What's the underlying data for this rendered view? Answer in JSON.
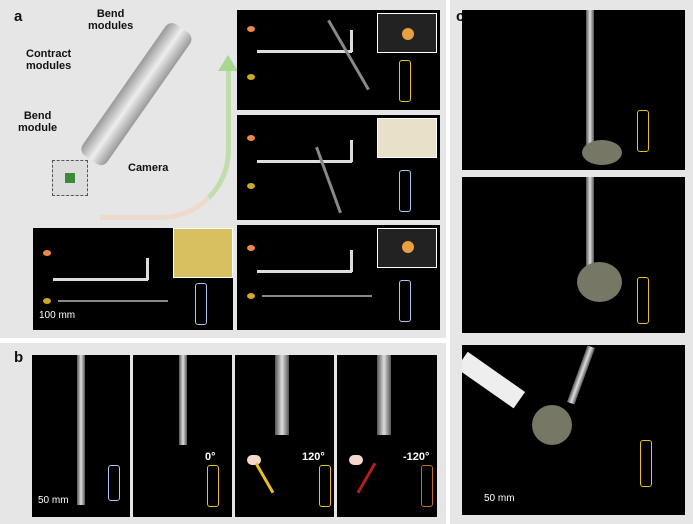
{
  "panel_a": {
    "label": "a",
    "callouts": {
      "bend_modules_top": "Bend\nmodules",
      "contract_modules": "Contract\nmodules",
      "bend_module": "Bend\nmodule",
      "camera": "Camera"
    },
    "scale_bar": "100 mm"
  },
  "panel_b": {
    "label": "b",
    "scale_bar": "50 mm",
    "angles": [
      "0°",
      "120°",
      "-120°"
    ]
  },
  "panel_c": {
    "label": "c",
    "scale_bar": "50 mm"
  },
  "colors": {
    "chain_blue": "#a8c8f0",
    "chain_yellow": "#e8c020",
    "chain_red": "#b02020",
    "arrow_green": "#a8d890"
  }
}
